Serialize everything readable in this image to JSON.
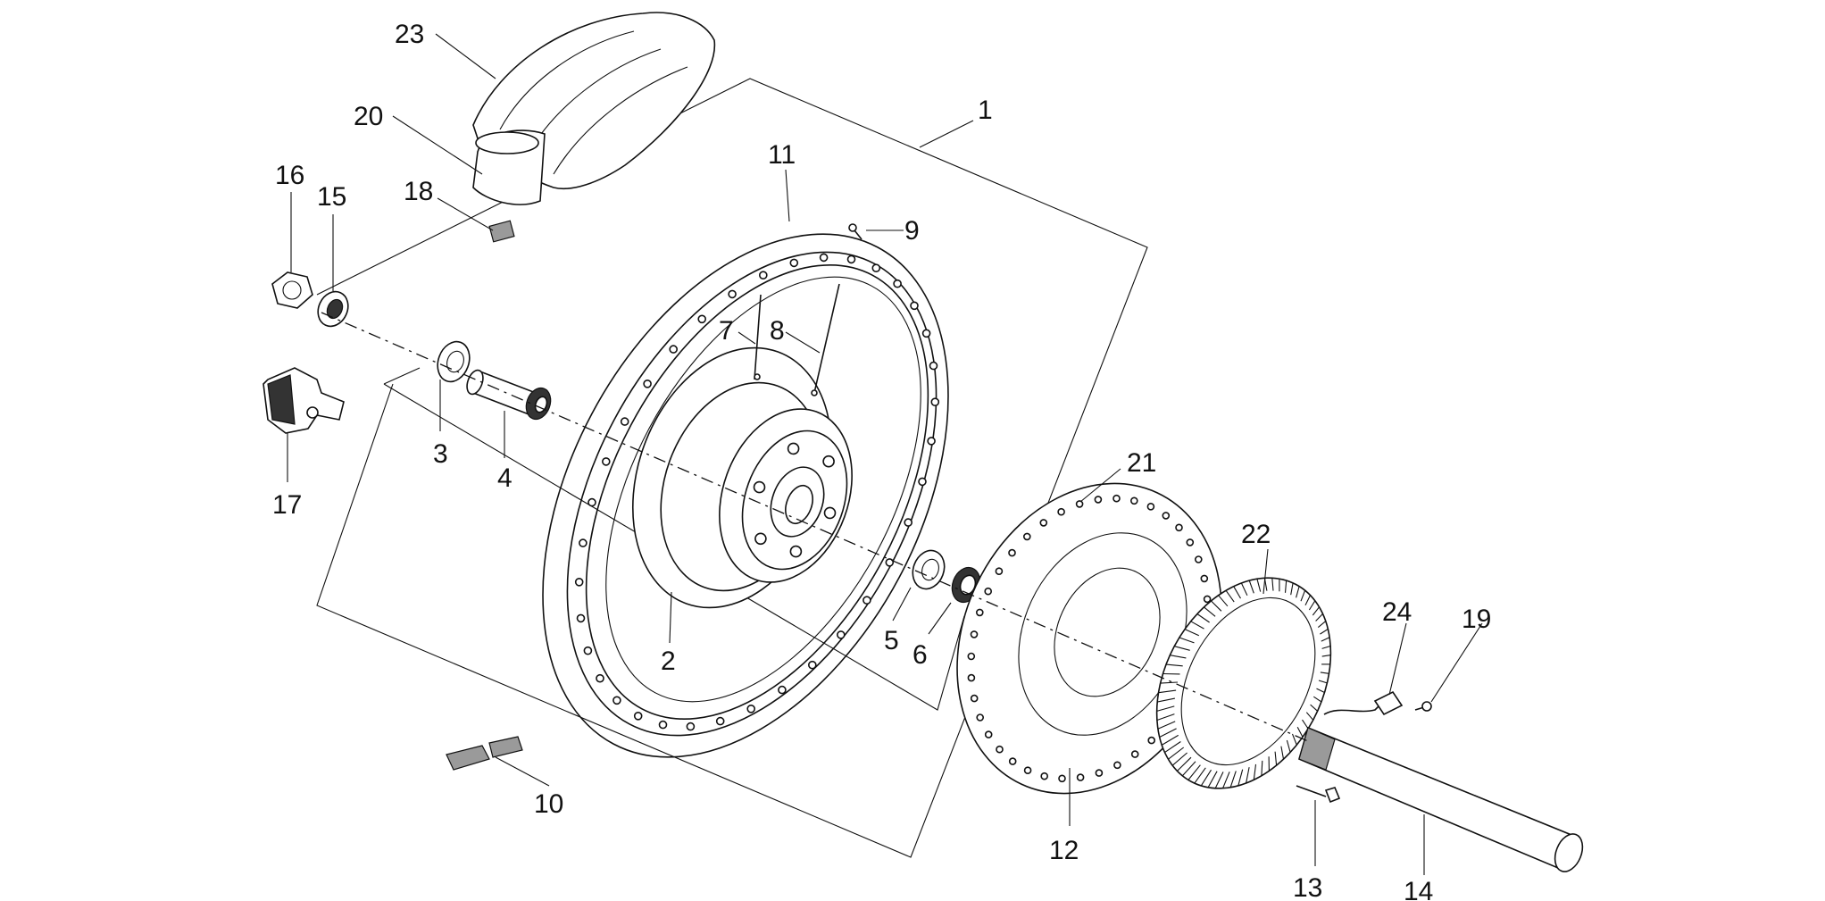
{
  "diagram": {
    "callouts": [
      "23",
      "20",
      "18",
      "16",
      "15",
      "17",
      "3",
      "4",
      "11",
      "9",
      "1",
      "7",
      "8",
      "2",
      "5",
      "6",
      "21",
      "22",
      "12",
      "10",
      "24",
      "19",
      "13",
      "14"
    ]
  },
  "colors": {
    "line": "#111111",
    "background": "#ffffff",
    "tread_fill": "#8a8a8a"
  }
}
